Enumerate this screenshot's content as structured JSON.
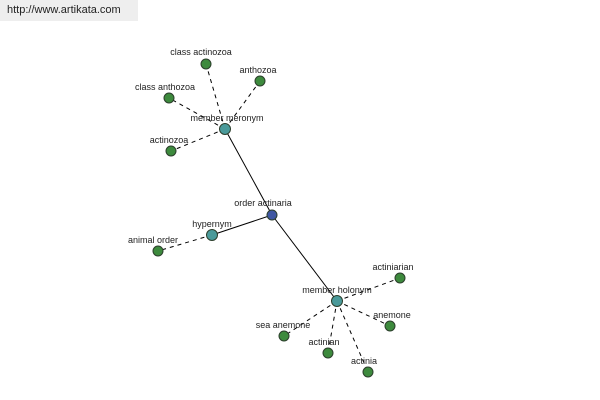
{
  "watermark": "http://www.artikata.com",
  "colors": {
    "root": "#3f57a2",
    "relation": "#4a9a9a",
    "leaf": "#3d8a3d"
  },
  "nodes": [
    {
      "id": "order-actinaria",
      "label": "order actinaria",
      "kind": "root"
    },
    {
      "id": "member-meronym",
      "label": "member meronym",
      "kind": "relation"
    },
    {
      "id": "hypernym",
      "label": "hypernym",
      "kind": "relation"
    },
    {
      "id": "member-holonym",
      "label": "member holonym",
      "kind": "relation"
    },
    {
      "id": "class-actinozoa",
      "label": "class actinozoa",
      "kind": "leaf"
    },
    {
      "id": "anthozoa",
      "label": "anthozoa",
      "kind": "leaf"
    },
    {
      "id": "class-anthozoa",
      "label": "class anthozoa",
      "kind": "leaf"
    },
    {
      "id": "actinozoa",
      "label": "actinozoa",
      "kind": "leaf"
    },
    {
      "id": "animal-order",
      "label": "animal order",
      "kind": "leaf"
    },
    {
      "id": "actiniarian",
      "label": "actiniarian",
      "kind": "leaf"
    },
    {
      "id": "anemone",
      "label": "anemone",
      "kind": "leaf"
    },
    {
      "id": "sea-anemone",
      "label": "sea anemone",
      "kind": "leaf"
    },
    {
      "id": "actinian",
      "label": "actinian",
      "kind": "leaf"
    },
    {
      "id": "actinia",
      "label": "actinia",
      "kind": "leaf"
    }
  ],
  "edges": [
    {
      "from": "order-actinaria",
      "to": "member-meronym",
      "style": "solid"
    },
    {
      "from": "order-actinaria",
      "to": "hypernym",
      "style": "solid"
    },
    {
      "from": "order-actinaria",
      "to": "member-holonym",
      "style": "solid"
    },
    {
      "from": "member-meronym",
      "to": "class-actinozoa",
      "style": "dashed"
    },
    {
      "from": "member-meronym",
      "to": "anthozoa",
      "style": "dashed"
    },
    {
      "from": "member-meronym",
      "to": "class-anthozoa",
      "style": "dashed"
    },
    {
      "from": "member-meronym",
      "to": "actinozoa",
      "style": "dashed"
    },
    {
      "from": "hypernym",
      "to": "animal-order",
      "style": "dashed"
    },
    {
      "from": "member-holonym",
      "to": "actiniarian",
      "style": "dashed"
    },
    {
      "from": "member-holonym",
      "to": "anemone",
      "style": "dashed"
    },
    {
      "from": "member-holonym",
      "to": "sea-anemone",
      "style": "dashed"
    },
    {
      "from": "member-holonym",
      "to": "actinian",
      "style": "dashed"
    },
    {
      "from": "member-holonym",
      "to": "actinia",
      "style": "dashed"
    }
  ]
}
